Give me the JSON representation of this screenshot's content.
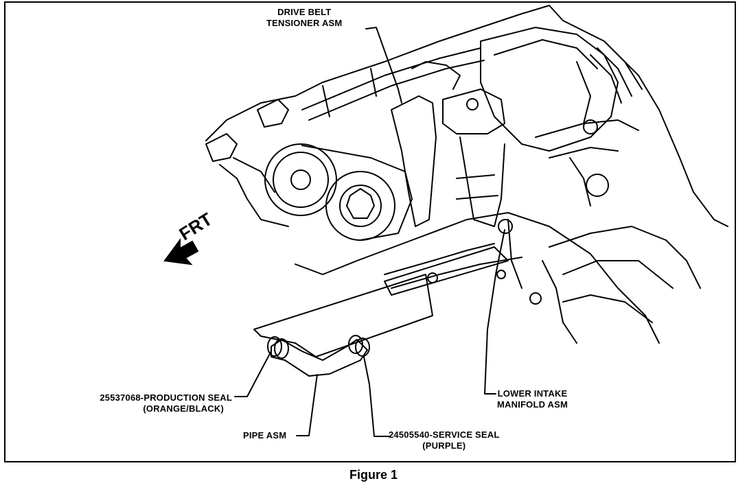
{
  "figure": {
    "caption": "Figure 1",
    "direction_label": "FRT"
  },
  "labels": {
    "drive_belt_tensioner": [
      "DRIVE BELT",
      "TENSIONER ASM"
    ],
    "production_seal": [
      "25537068-PRODUCTION SEAL",
      "(ORANGE/BLACK)"
    ],
    "pipe": "PIPE ASM",
    "service_seal": [
      "24505540-SERVICE SEAL",
      "(PURPLE)"
    ],
    "lower_intake": [
      "LOWER INTAKE",
      "MANIFOLD ASM"
    ]
  },
  "colors": {
    "ink": "#000000",
    "paper": "#ffffff"
  }
}
